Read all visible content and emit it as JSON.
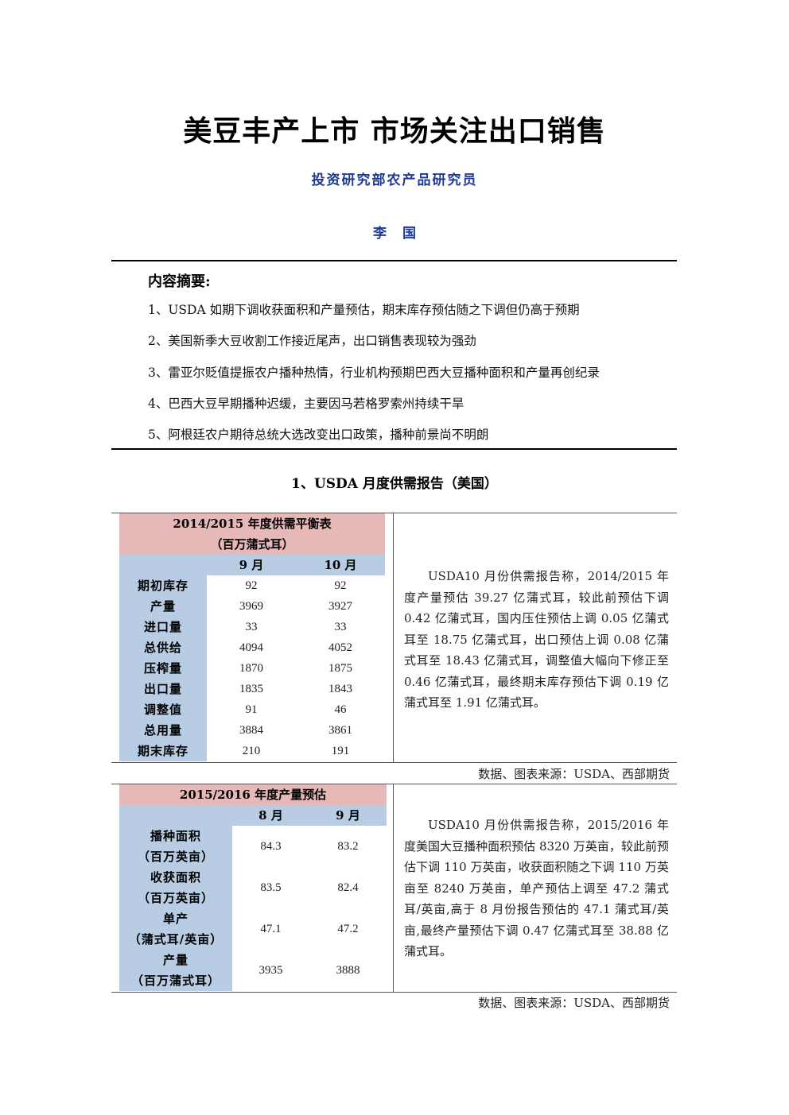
{
  "header": {
    "title": "美豆丰产上市  市场关注出口销售",
    "subtitle": "投资研究部农产品研究员",
    "author": "李国"
  },
  "summary": {
    "heading": "内容摘要:",
    "items": [
      "1、USDA 如期下调收获面积和产量预估，期末库存预估随之下调但仍高于预期",
      "2、美国新季大豆收割工作接近尾声，出口销售表现较为强劲",
      "3、雷亚尔贬值提振农户播种热情，行业机构预期巴西大豆播种面积和产量再创纪录",
      "4、巴西大豆早期播种迟缓，主要因马若格罗索州持续干旱",
      "5、阿根廷农户期待总统大选改变出口政策，播种前景尚不明朗"
    ]
  },
  "section1": {
    "title": "1、USDA 月度供需报告（美国）"
  },
  "table1": {
    "title_line1": "2014/2015 年度供需平衡表",
    "title_line2": "（百万蒲式耳）",
    "columns": [
      "9 月",
      "10 月"
    ],
    "rows": [
      {
        "label": "期初库存",
        "v1": "92",
        "v2": "92"
      },
      {
        "label": "产量",
        "v1": "3969",
        "v2": "3927"
      },
      {
        "label": "进口量",
        "v1": "33",
        "v2": "33"
      },
      {
        "label": "总供给",
        "v1": "4094",
        "v2": "4052"
      },
      {
        "label": "压榨量",
        "v1": "1870",
        "v2": "1875"
      },
      {
        "label": "出口量",
        "v1": "1835",
        "v2": "1843"
      },
      {
        "label": "调整值",
        "v1": "91",
        "v2": "46"
      },
      {
        "label": "总用量",
        "v1": "3884",
        "v2": "3861"
      },
      {
        "label": "期末库存",
        "v1": "210",
        "v2": "191"
      }
    ],
    "description": "USDA10 月份供需报告称，2014/2015 年度产量预估 39.27 亿蒲式耳，较此前预估下调 0.42 亿蒲式耳，国内压住预估上调 0.05 亿蒲式耳至 18.75 亿蒲式耳，出口预估上调 0.08 亿蒲式耳至 18.43 亿蒲式耳，调整值大幅向下修正至 0.46 亿蒲式耳，最终期末库存预估下调 0.19 亿蒲式耳至 1.91 亿蒲式耳。",
    "source": "数据、图表来源：USDA、西部期货"
  },
  "table2": {
    "title": "2015/2016 年度产量预估",
    "columns": [
      "8 月",
      "9 月"
    ],
    "rows": [
      {
        "label1": "播种面积",
        "label2": "（百万英亩）",
        "v1": "84.3",
        "v2": "83.2"
      },
      {
        "label1": "收获面积",
        "label2": "（百万英亩）",
        "v1": "83.5",
        "v2": "82.4"
      },
      {
        "label1": "单产",
        "label2": "（蒲式耳/英亩）",
        "v1": "47.1",
        "v2": "47.2"
      },
      {
        "label1": "产量",
        "label2": "（百万蒲式耳）",
        "v1": "3935",
        "v2": "3888"
      }
    ],
    "description": "USDA10 月份供需报告称，2015/2016 年度美国大豆播种面积预估 8320 万英亩，较此前预估下调 110 万英亩，收获面积随之下调 110 万英亩至 8240 万英亩，单产预估上调至 47.2 蒲式耳/英亩,高于 8 月份报告预估的 47.1 蒲式耳/英亩,最终产量预估下调 0.47 亿蒲式耳至 38.88 亿蒲式耳。",
    "source": "数据、图表来源：USDA、西部期货"
  }
}
